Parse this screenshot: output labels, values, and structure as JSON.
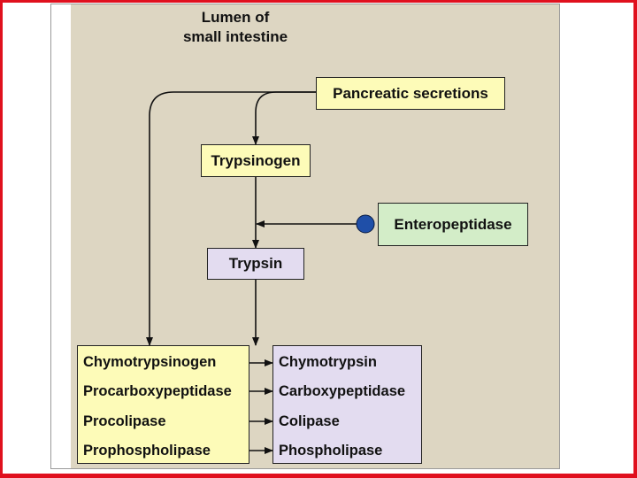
{
  "diagram": {
    "region_label_line1": "Lumen of",
    "region_label_line2": "small intestine",
    "pancreatic_secretions": "Pancreatic secretions",
    "trypsinogen": "Trypsinogen",
    "trypsin": "Trypsin",
    "enteropeptidase": "Enteropeptidase",
    "zymogens": [
      "Chymotrypsinogen",
      "Procarboxypeptidase",
      "Procolipase",
      "Prophospholipase"
    ],
    "enzymes": [
      "Chymotrypsin",
      "Carboxypeptidase",
      "Colipase",
      "Phospholipase"
    ]
  },
  "colors": {
    "frame": "#e0101e",
    "lumen_background": "#ddd6c2",
    "yellow_box": "#fdfbb8",
    "purple_box": "#e3dcf0",
    "green_box": "#d3edc8",
    "enteropeptidase_dot": "#1f4fa8"
  }
}
